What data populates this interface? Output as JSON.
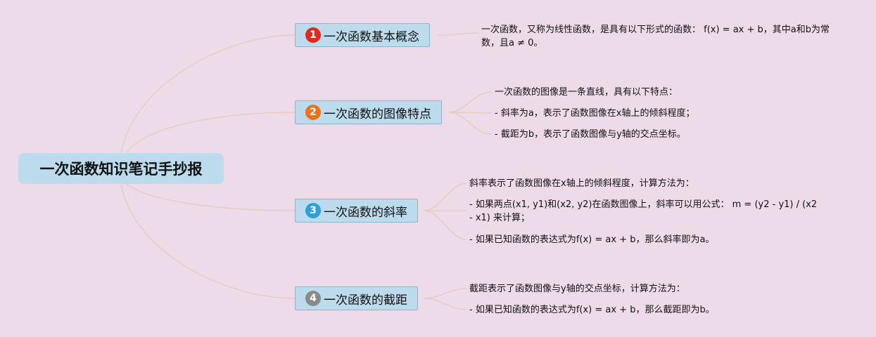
{
  "root": {
    "title": "一次函数知识笔记手抄报"
  },
  "topics": [
    {
      "number": "1",
      "label": "一次函数基本概念",
      "badge_color": "#e02a1d"
    },
    {
      "number": "2",
      "label": "一次函数的图像特点",
      "badge_color": "#e8731c"
    },
    {
      "number": "3",
      "label": "一次函数的斜率",
      "badge_color": "#2e9fdc"
    },
    {
      "number": "4",
      "label": "一次函数的截距",
      "badge_color": "#8a8a8a"
    }
  ],
  "notes": {
    "t1": [
      "一次函数，又称为线性函数，是具有以下形式的函数： f(x) = ax + b，其中a和b为常数，且a ≠ 0。"
    ],
    "t2": [
      "一次函数的图像是一条直线，具有以下特点：",
      "- 斜率为a，表示了函数图像在x轴上的倾斜程度；",
      "- 截距为b，表示了函数图像与y轴的交点坐标。"
    ],
    "t3": [
      "斜率表示了函数图像在x轴上的倾斜程度，计算方法为：",
      "- 如果两点(x1, y1)和(x2, y2)在函数图像上，斜率可以用公式： m = (y2 - y1) / (x2 - x1) 来计算；",
      "- 如果已知函数的表达式为f(x) = ax + b，那么斜率即为a。"
    ],
    "t4": [
      "截距表示了函数图像与y轴的交点坐标，计算方法为：",
      "- 如果已知函数的表达式为f(x) = ax + b，那么截距即为b。"
    ]
  },
  "colors": {
    "background": "#eedbea",
    "node_fill": "#bcdcee",
    "connector": "#e3cbb6"
  }
}
